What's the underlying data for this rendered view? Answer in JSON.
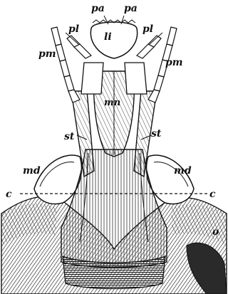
{
  "figure": {
    "labels": {
      "pa_left": "pa",
      "pa_right": "pa",
      "li": "li",
      "pl_left": "pl",
      "pl_right": "pl",
      "pm_left": "pm",
      "pm_right": "pm",
      "mn": "mn",
      "st_left": "st",
      "st_right": "st",
      "md_left": "md",
      "md_right": "md",
      "c_left": "c",
      "c_right": "c",
      "o": "o"
    },
    "colors": {
      "ink": "#111111",
      "paper": "#ffffff",
      "shade": "#555555"
    }
  }
}
